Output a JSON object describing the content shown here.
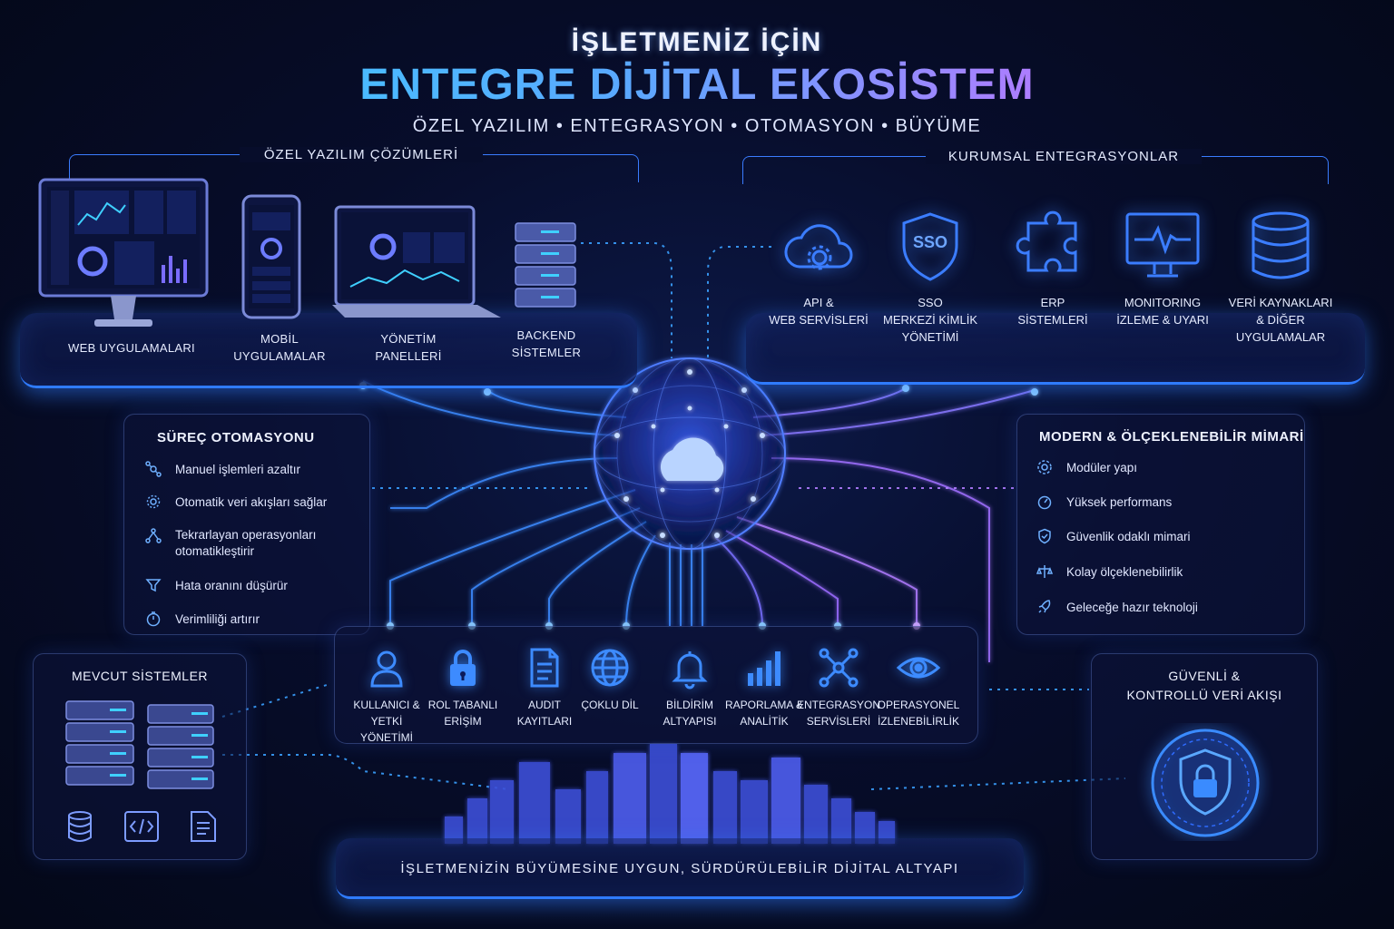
{
  "header": {
    "top": "İŞLETMENİZ İÇİN",
    "main": "ENTEGRE DİJİTAL EKOSİSTEM",
    "sub": "ÖZEL YAZILIM • ENTEGRASYON • OTOMASYON • BÜYÜME"
  },
  "custom_software": {
    "title": "ÖZEL YAZILIM ÇÖZÜMLERİ",
    "items": [
      {
        "label": "WEB UYGULAMALARI",
        "icon": "desktop-monitor-icon"
      },
      {
        "label": "MOBİL\nUYGULAMALAR",
        "icon": "smartphone-icon"
      },
      {
        "label": "YÖNETİM\nPANELLERİ",
        "icon": "laptop-icon"
      },
      {
        "label": "BACKEND\nSİSTEMLER",
        "icon": "server-stack-icon"
      }
    ]
  },
  "enterprise": {
    "title": "KURUMSAL ENTEGRASYONLAR",
    "items": [
      {
        "label": "API &\nWEB SERVİSLERİ",
        "icon": "cloud-gear-icon"
      },
      {
        "label": "SSO\nMERKEZİ KİMLİK\nYÖNETİMİ",
        "icon": "shield-sso-icon",
        "badge": "SSO"
      },
      {
        "label": "ERP\nSİSTEMLERİ",
        "icon": "puzzle-icon"
      },
      {
        "label": "MONITORING\nİZLEME & UYARI",
        "icon": "monitor-pulse-icon"
      },
      {
        "label": "VERİ KAYNAKLARI\n& DİĞER UYGULAMALAR",
        "icon": "database-icon"
      }
    ]
  },
  "process_automation": {
    "title": "SÜREÇ OTOMASYONU",
    "items": [
      {
        "label": "Manuel işlemleri azaltır",
        "icon": "workflow-icon"
      },
      {
        "label": "Otomatik veri akışları sağlar",
        "icon": "gear-flow-icon"
      },
      {
        "label": "Tekrarlayan operasyonları\notomatikleştirir",
        "icon": "nodes-icon"
      },
      {
        "label": "Hata oranını düşürür",
        "icon": "funnel-icon"
      },
      {
        "label": "Verimliliği artırır",
        "icon": "stopwatch-icon"
      }
    ]
  },
  "architecture": {
    "title": "MODERN & ÖLÇEKLENEBİLİR MİMARİ",
    "items": [
      {
        "label": "Modüler yapı",
        "icon": "modules-icon"
      },
      {
        "label": "Yüksek performans",
        "icon": "speed-icon"
      },
      {
        "label": "Güvenlik odaklı mimari",
        "icon": "shield-check-icon"
      },
      {
        "label": "Kolay ölçeklenebilirlik",
        "icon": "scale-icon"
      },
      {
        "label": "Geleceğe hazır teknoloji",
        "icon": "rocket-icon"
      }
    ]
  },
  "features": [
    {
      "label": "KULLANICI & YETKİ\nYÖNETİMİ",
      "icon": "user-icon"
    },
    {
      "label": "ROL TABANLI\nERİŞİM",
      "icon": "lock-icon"
    },
    {
      "label": "AUDIT\nKAYITLARI",
      "icon": "document-icon"
    },
    {
      "label": "ÇOKLU DİL",
      "icon": "globe-icon"
    },
    {
      "label": "BİLDİRİM\nALTYAPISI",
      "icon": "bell-icon"
    },
    {
      "label": "RAPORLAMA &\nANALİTİK",
      "icon": "bar-chart-icon"
    },
    {
      "label": "ENTEGRASYON\nSERVİSLERİ",
      "icon": "network-icon"
    },
    {
      "label": "OPERASYONEL\nİZLENEBİLİRLİK",
      "icon": "eye-icon"
    }
  ],
  "legacy": {
    "title": "MEVCUT SİSTEMLER",
    "icons": [
      "server-rack-icon",
      "database-icon",
      "code-icon",
      "document-icon"
    ]
  },
  "secure_flow": {
    "title": "GÜVENLİ &\nKONTROLLÜ VERİ AKIŞI",
    "icon": "shield-lock-icon"
  },
  "footer": {
    "label": "İŞLETMENİZİN BÜYÜMESİNE UYGUN, SÜRDÜRÜLEBİLİR DİJİTAL ALTYAPI"
  },
  "colors": {
    "background": "#070d2b",
    "accent_blue": "#2f7bff",
    "accent_cyan": "#35d4ff",
    "accent_purple": "#b07cff"
  }
}
